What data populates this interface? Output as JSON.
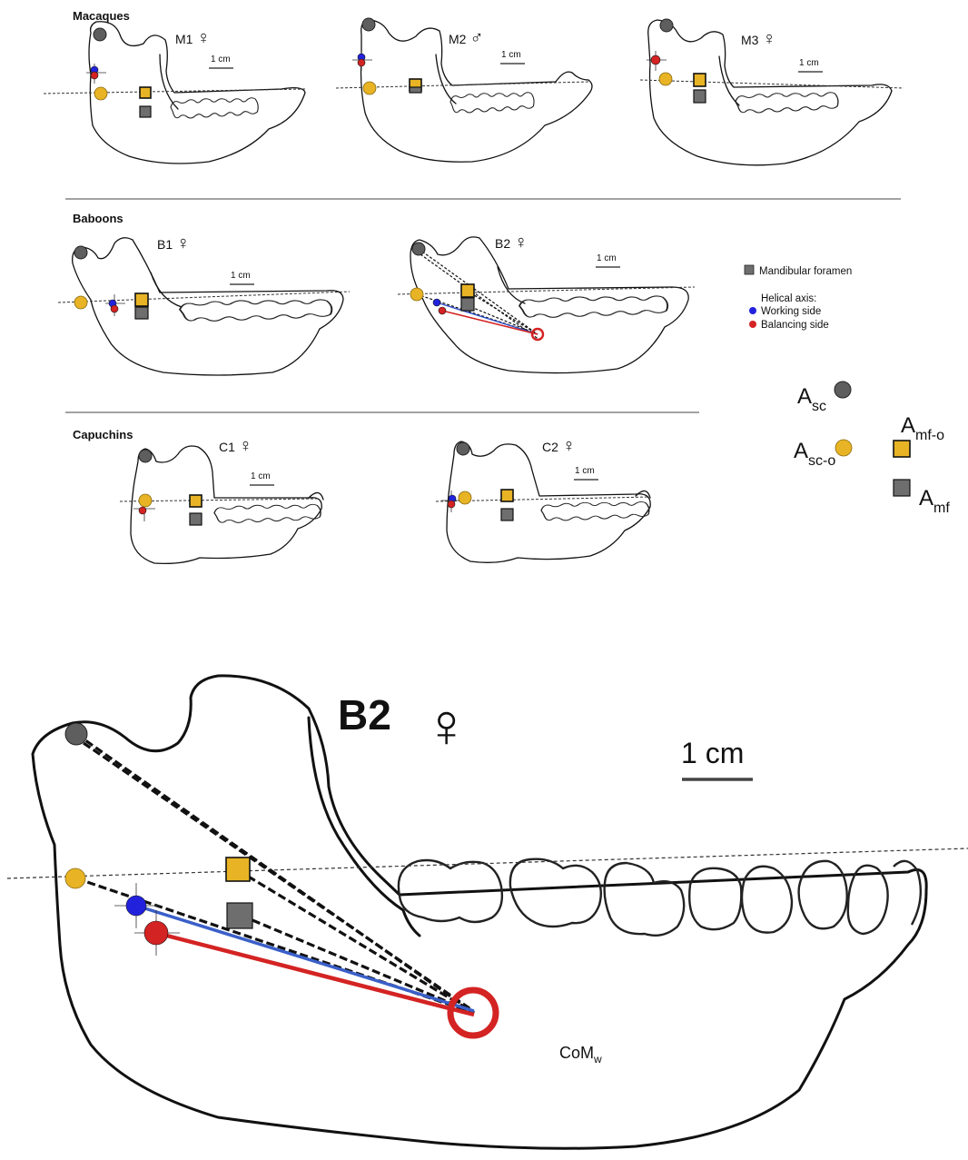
{
  "groups": {
    "macaques": "Macaques",
    "baboons": "Baboons",
    "capuchins": "Capuchins"
  },
  "specimens": {
    "m1": {
      "id": "M1",
      "sex": "♀"
    },
    "m2": {
      "id": "M2",
      "sex": "♂"
    },
    "m3": {
      "id": "M3",
      "sex": "♀"
    },
    "b1": {
      "id": "B1",
      "sex": "♀"
    },
    "b2": {
      "id": "B2",
      "sex": "♀"
    },
    "c1": {
      "id": "C1",
      "sex": "♀"
    },
    "c2": {
      "id": "C2",
      "sex": "♀"
    }
  },
  "scale_bar": "1 cm",
  "legend": {
    "mandibular_foramen": "Mandibular foramen",
    "helical_axis": "Helical axis:",
    "working_side": "Working side",
    "balancing_side": "Balancing side"
  },
  "symbols": {
    "asc": {
      "main": "A",
      "sub": "sc"
    },
    "asco": {
      "main": "A",
      "sub": "sc-o"
    },
    "amfo": {
      "main": "A",
      "sub": "mf-o"
    },
    "amf": {
      "main": "A",
      "sub": "mf"
    }
  },
  "enlarged": {
    "id": "B2",
    "sex": "♀",
    "scale": "1 cm",
    "com": {
      "main": "CoM",
      "sub": "w"
    }
  },
  "colors": {
    "gray_marker": "#5e5e5e",
    "yellow_marker": "#e8b425",
    "working_side": "#2222dd",
    "balancing_side": "#d42323"
  }
}
